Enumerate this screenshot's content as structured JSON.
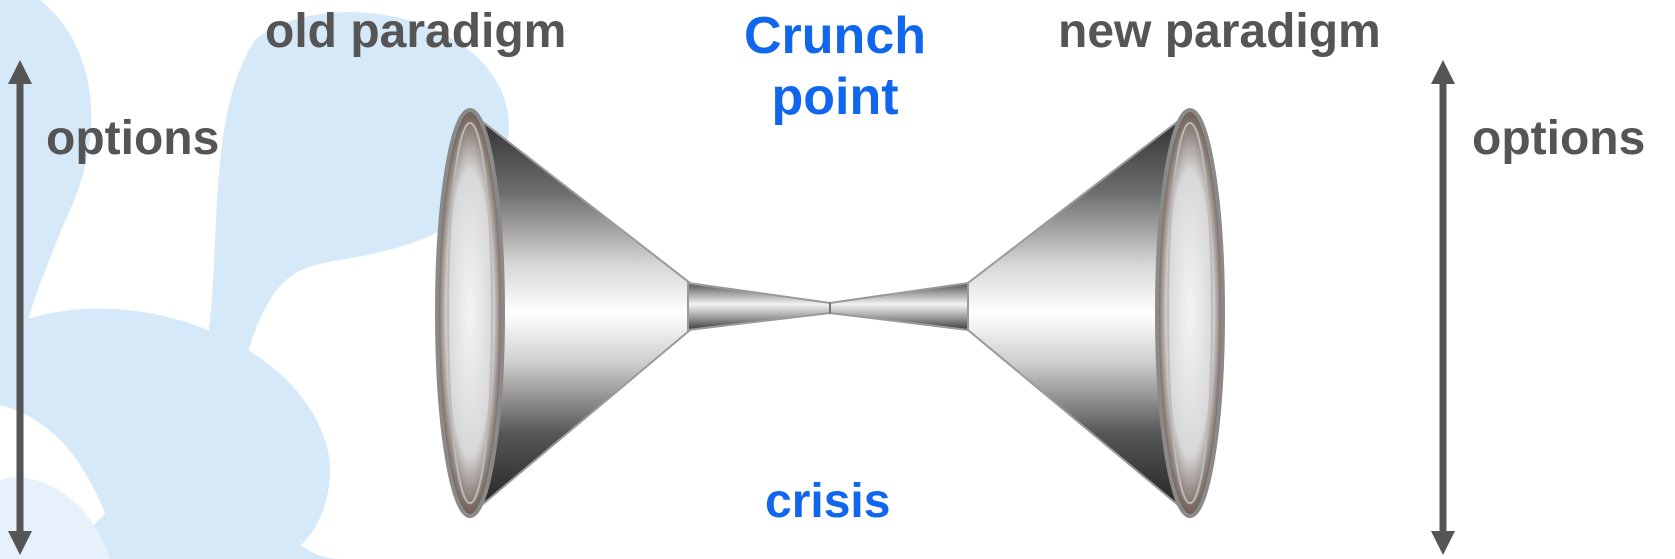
{
  "labels": {
    "old_paradigm": "old paradigm",
    "new_paradigm": "new paradigm",
    "crunch_point": "Crunch point",
    "crisis": "crisis",
    "options_left": "options",
    "options_right": "options"
  },
  "colors": {
    "text_gray": "#555555",
    "accent_blue": "#1166ee",
    "background_shape": "#d6e9f8",
    "arrow": "#555555"
  },
  "icons": {
    "funnel": "hourglass-funnel-icon",
    "left_arrow": "double-arrow-vertical",
    "right_arrow": "double-arrow-vertical"
  }
}
